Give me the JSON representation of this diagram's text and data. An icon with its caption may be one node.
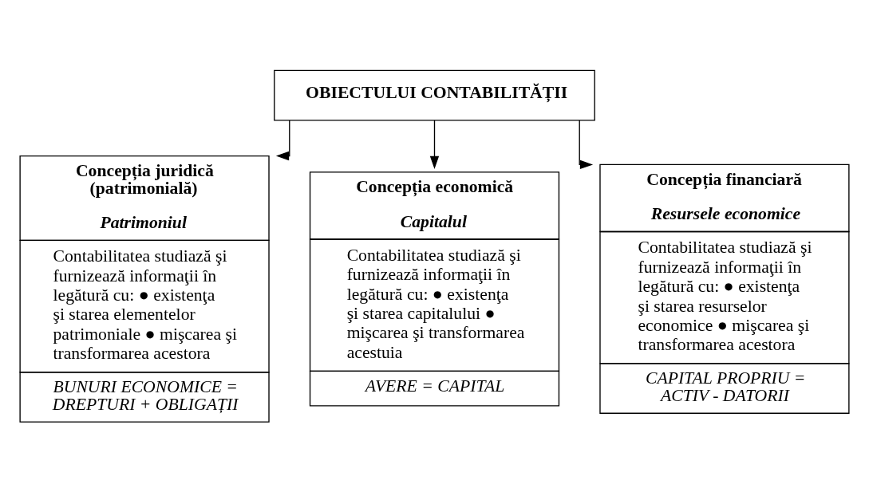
{
  "diagram": {
    "nodes": [
      {
        "text": [
          "OBIECTULUI CONTABILITĂȚII"
        ]
      },
      {
        "text": [
          "Concepția juridică (patrimonială)",
          "Patrimoniul",
          "Contabilitatea studiază şi furnizează informaţii în legătură cu: ● existenţa şi starea elementelor patrimoniale ● mişcarea şi transformarea acestora",
          "BUNURI ECONOMICE = DREPTURI + OBLIGAȚII"
        ]
      },
      {
        "text": [
          "Concepția economică",
          "Capitalul",
          "Contabilitatea studiază şi furnizează informaţii în legătură cu: ● existenţa şi starea capitalului ● mişcarea şi transformarea acestuia",
          "AVERE = CAPITAL"
        ]
      },
      {
        "text": [
          "Concepția financiară",
          "Resursele economice",
          "Contabilitatea studiază şi furnizează informaţii în legătură cu: ● existenţa şi starea resurselor economice ● mişcarea şi transformarea acestora",
          "CAPITAL PROPRIU = ACTIV - DATORII"
        ]
      }
    ],
    "edges": [
      {
        "from": 0,
        "to": 1,
        "arrow": "to"
      },
      {
        "from": 0,
        "to": 2,
        "arrow": "to"
      },
      {
        "from": 0,
        "to": 3,
        "arrow": "to"
      }
    ]
  }
}
